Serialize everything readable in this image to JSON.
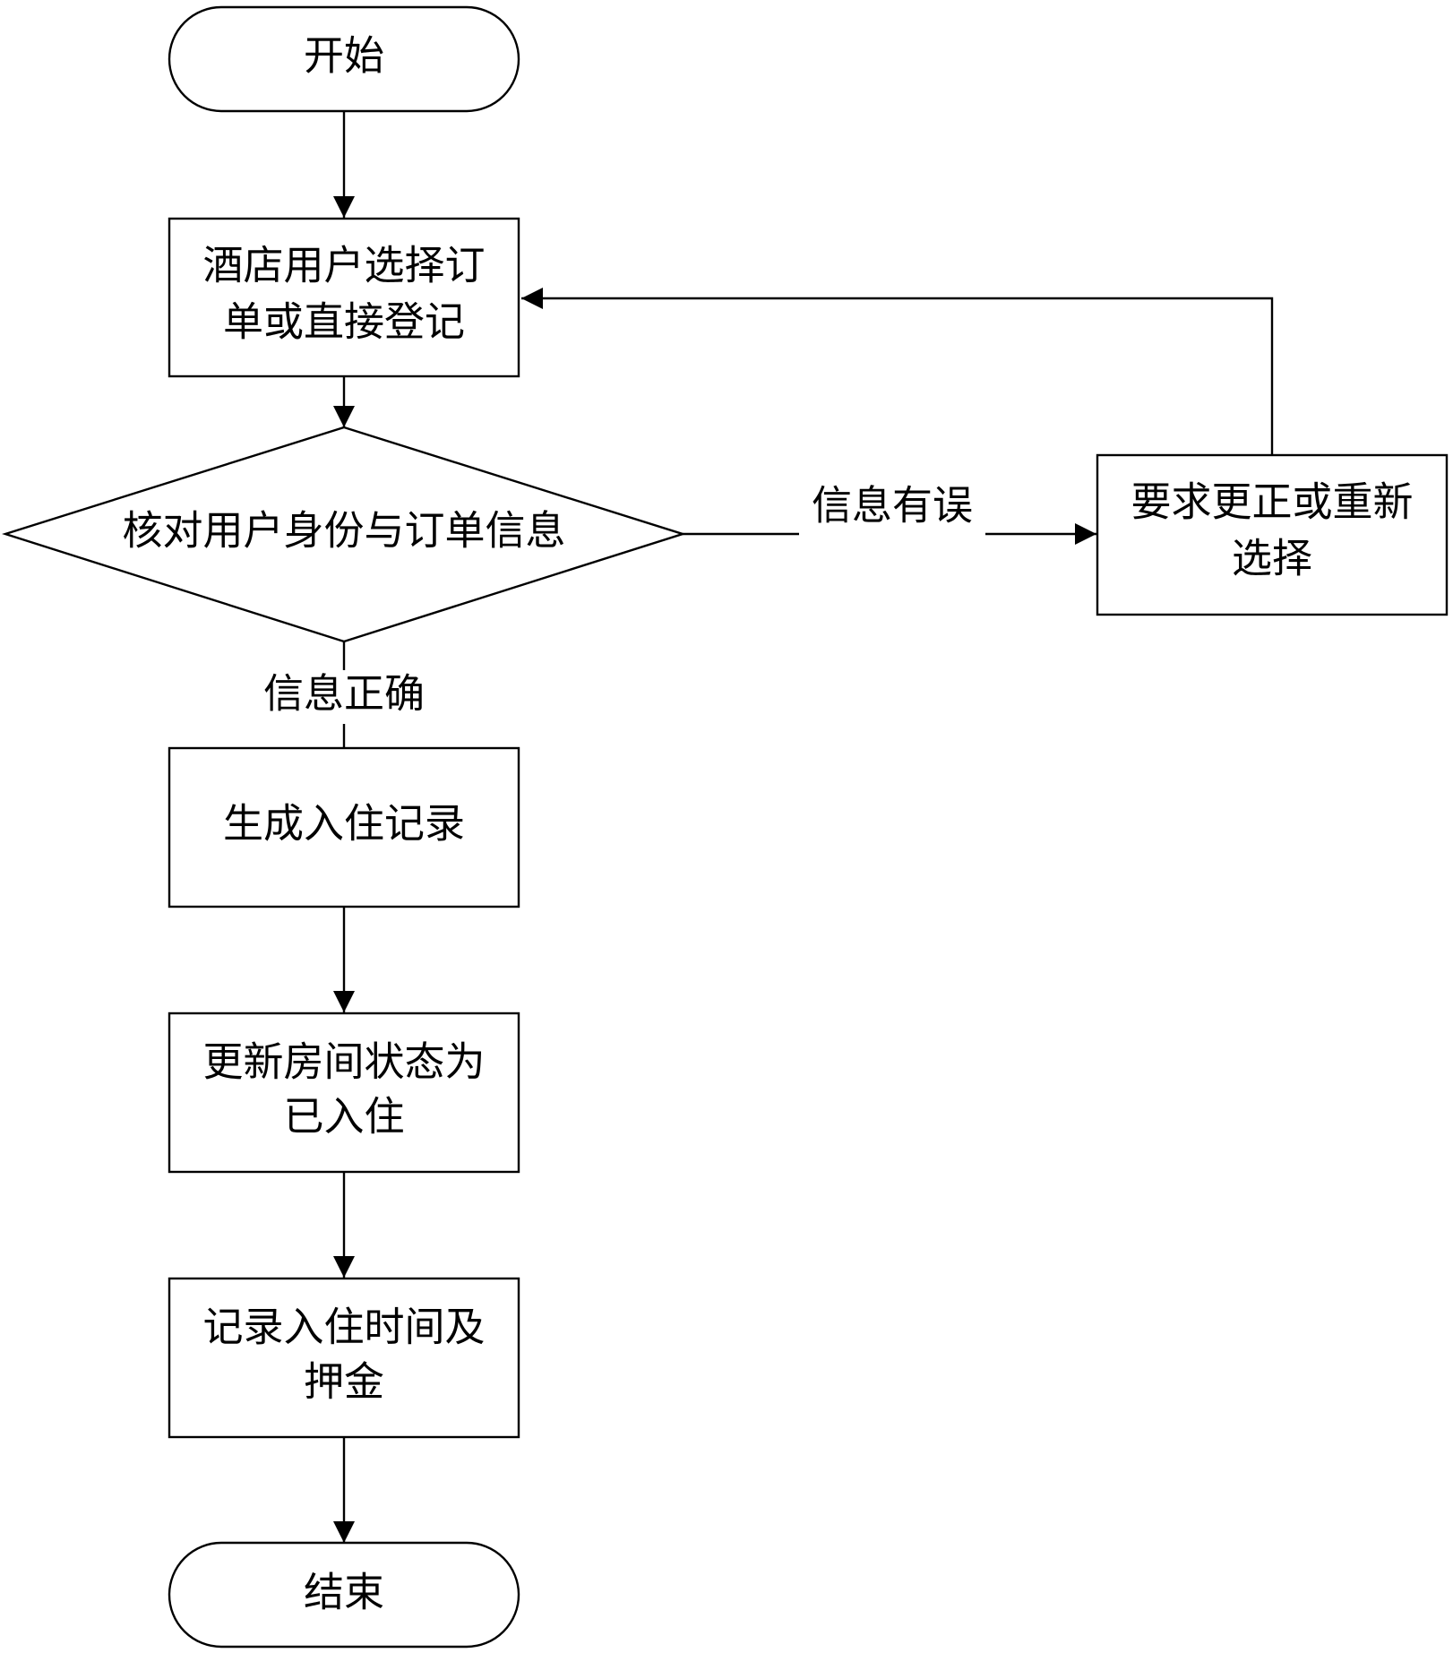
{
  "flowchart": {
    "nodes": {
      "start": {
        "text": "开始"
      },
      "select_order": {
        "lines": [
          "酒店用户选择订",
          "单或直接登记"
        ]
      },
      "verify": {
        "text": "核对用户身份与订单信息"
      },
      "request_fix": {
        "lines": [
          "要求更正或重新",
          "选择"
        ]
      },
      "generate_record": {
        "text": "生成入住记录"
      },
      "update_room": {
        "lines": [
          "更新房间状态为",
          "已入住"
        ]
      },
      "record_time": {
        "lines": [
          "记录入住时间及",
          "押金"
        ]
      },
      "end": {
        "text": "结束"
      }
    },
    "edges": {
      "info_wrong": "信息有误",
      "info_correct": "信息正确"
    },
    "colors": {
      "stroke": "#000000",
      "fill": "#ffffff",
      "text": "#000000"
    }
  }
}
